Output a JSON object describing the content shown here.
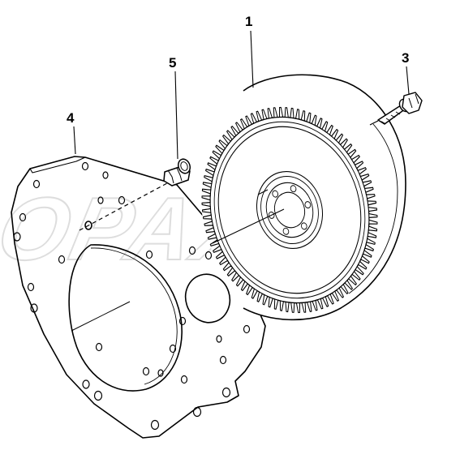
{
  "callouts": {
    "part_1": "1",
    "part_3": "3",
    "part_4": "4",
    "part_5": "5"
  },
  "watermark_text": "OPAX",
  "colors": {
    "line": "#000000",
    "background": "#ffffff",
    "watermark": "#d0d0d0"
  }
}
